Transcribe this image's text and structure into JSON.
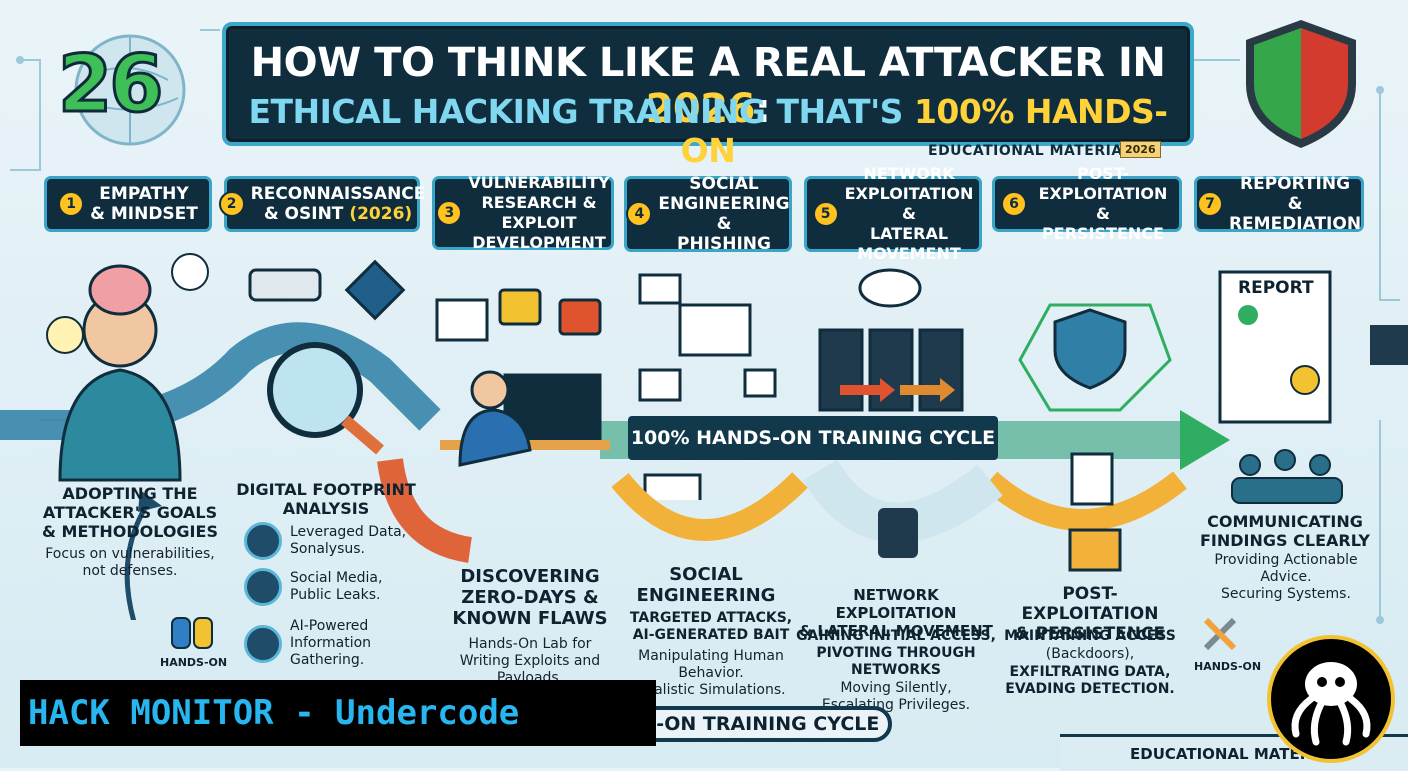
{
  "header": {
    "badge_number": "26",
    "title_line1_pre": "HOW TO THINK LIKE A REAL ATTACKER IN ",
    "title_line1_year": "2026",
    "title_line1_post": ":",
    "title_line2_pre": "ETHICAL HACKING TRAINING THAT'S ",
    "title_line2_hl": "100% HANDS-ON",
    "edu_label": "EDUCATIONAL MATERIAL",
    "edu_tag": "2026"
  },
  "steps": [
    {
      "n": "1",
      "label": "EMPATHY\n& MINDSET",
      "hl": ""
    },
    {
      "n": "2",
      "label": "RECONNAISSANCE\n& OSINT ",
      "hl": "(2026)"
    },
    {
      "n": "3",
      "label": "VULNERABILITY\nRESEARCH &\nEXPLOIT DEVELOPMENT",
      "hl": ""
    },
    {
      "n": "4",
      "label": "SOCIAL\nENGINEERING &\nPHISHING",
      "hl": ""
    },
    {
      "n": "5",
      "label": "NETWORK\nEXPLOITATION &\nLATERAL MOVEMENT",
      "hl": ""
    },
    {
      "n": "6",
      "label": "POST-EXPLOITATION\n& PERSISTENCE",
      "hl": ""
    },
    {
      "n": "7",
      "label": "REPORTING\n& REMEDIATION",
      "hl": ""
    }
  ],
  "cycle_label": "100% HANDS-ON TRAINING CYCLE",
  "columns": {
    "c1": {
      "title": "ADOPTING THE\nATTACKER'S GOALS\n& METHODOLOGIES",
      "body": "Focus on vulnerabilities,\nnot defenses.",
      "hands": "HANDS-ON"
    },
    "c2": {
      "title": "DIGITAL FOOTPRINT\nANALYSIS",
      "items": [
        "Leveraged Data,\nSonalysus.",
        "Social Media,\nPublic Leaks.",
        "AI-Powered\nInformation\nGathering."
      ]
    },
    "c3": {
      "title": "DISCOVERING\nZERO-DAYS &\nKNOWN FLAWS",
      "body": "Hands-On Lab for\nWriting Exploits and\nPayloads."
    },
    "c4": {
      "title": "SOCIAL\nENGINEERING",
      "sub": "TARGETED ATTACKS,\nAI-GENERATED BAIT",
      "body": "Manipulating Human\nBehavior.\nRealistic Simulations."
    },
    "c5": {
      "title": "NETWORK EXPLOITATION\n& LATERAL MOVEMENT",
      "sub": "GAINING INITIAL ACCESS,\nPIVOTING THROUGH\nNETWORKS",
      "body": "Moving Silently,\nEscalating Privileges."
    },
    "c6": {
      "title": "POST-EXPLOITATION\n& PERSISTENCE",
      "sub": "MAINTAINING ACCESS",
      "body": "(Backdoors),",
      "sub2": "EXFILTRATING DATA,\nEVADING DETECTION."
    },
    "c7": {
      "title": "COMMUNICATING\nFINDINGS CLEARLY",
      "body": "Providing Actionable\nAdvice.\nSecuring Systems.",
      "hands": "HANDS-ON",
      "report": "REPORT"
    }
  },
  "bottom_cycle_label": "S-ON TRAINING CYCLE",
  "footer_edu": "EDUCATIONAL MATERIAL",
  "watermark": "HACK MONITOR - Undercode",
  "colors": {
    "navy": "#0f2d3d",
    "accent_blue": "#39a5c8",
    "yellow": "#ffd23a",
    "green": "#3fbf57",
    "orange": "#f07a2a"
  }
}
